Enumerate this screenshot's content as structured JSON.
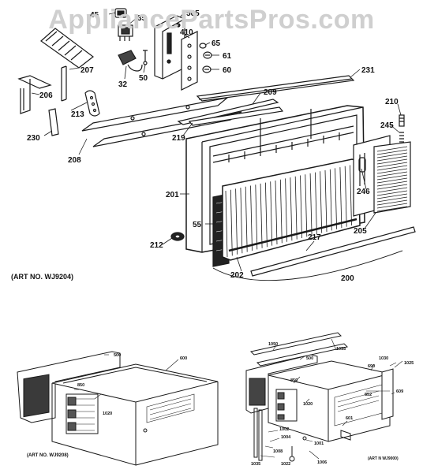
{
  "watermark": "AppliancePartsPros.com",
  "art_labels": {
    "top": "(ART NO. WJ9204)",
    "bottom_left": "(ART NO. WJ9208)",
    "bottom_right": "(ART N WJ9000)"
  },
  "top_parts": {
    "p45": "45",
    "p35": "35",
    "p565": "565",
    "p410": "410",
    "p65": "65",
    "p61": "61",
    "p60": "60",
    "p50": "50",
    "p32": "32",
    "p207": "207",
    "p206": "206",
    "p213": "213",
    "p230": "230",
    "p208": "208",
    "p209": "209",
    "p231": "231",
    "p219": "219",
    "p210": "210",
    "p245": "245",
    "p246": "246",
    "p201": "201",
    "p55": "55",
    "p212": "212",
    "p202": "202",
    "p217": "217",
    "p205": "205",
    "p200": "200"
  },
  "bottom_left_parts": {
    "p500": "500",
    "p600": "600",
    "p850": "850",
    "p1020": "1020"
  },
  "bottom_right_parts": {
    "p1050": "1050",
    "p1055": "1055",
    "p500": "500",
    "p690": "690",
    "p1030": "1030",
    "p1025": "1025",
    "p850": "850",
    "p852": "852",
    "p609": "609",
    "p1020": "1020",
    "p1002": "1002",
    "p1004": "1004",
    "p1008": "1008",
    "p1001": "1001",
    "p1022": "1022",
    "p1006": "1006",
    "p601": "601",
    "p1035": "1035"
  }
}
